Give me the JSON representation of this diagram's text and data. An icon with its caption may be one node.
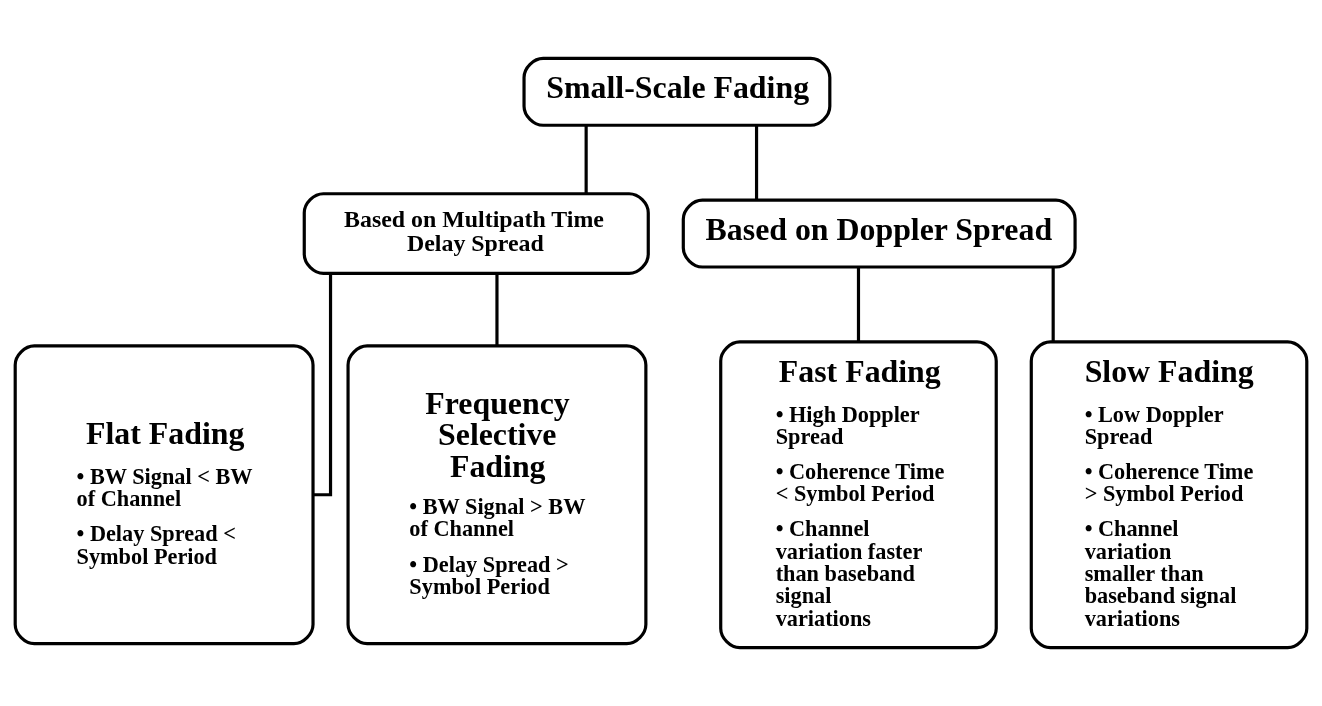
{
  "diagram": {
    "nodes": [
      {
        "text": [
          "Small-Scale Fading"
        ]
      },
      {
        "text": [
          "Based on Multipath Time Delay Spread"
        ]
      },
      {
        "text": [
          "Based on Doppler Spread"
        ]
      },
      {
        "text": [
          "Flat Fading",
          "• BW Signal < BW of Channel",
          "• Delay Spread < Symbol Period"
        ]
      },
      {
        "text": [
          "Frequency Selective Fading",
          "• BW Signal > BW of Channel",
          "• Delay Spread > Symbol Period"
        ]
      },
      {
        "text": [
          "Fast Fading",
          "• High Doppler Spread",
          "• Coherence Time < Symbol Period",
          "• Channel variation faster than baseband signal variations"
        ]
      },
      {
        "text": [
          "Slow Fading",
          "• Low Doppler Spread",
          "• Coherence Time > Symbol Period",
          "• Channel variation smaller than baseband signal variations"
        ]
      }
    ],
    "edges": [
      {
        "from": 0,
        "to": 1,
        "arrow": "none"
      },
      {
        "from": 0,
        "to": 2,
        "arrow": "none"
      },
      {
        "from": 1,
        "to": 3,
        "arrow": "none"
      },
      {
        "from": 1,
        "to": 4,
        "arrow": "none"
      },
      {
        "from": 2,
        "to": 5,
        "arrow": "none"
      },
      {
        "from": 2,
        "to": 6,
        "arrow": "none"
      }
    ]
  }
}
